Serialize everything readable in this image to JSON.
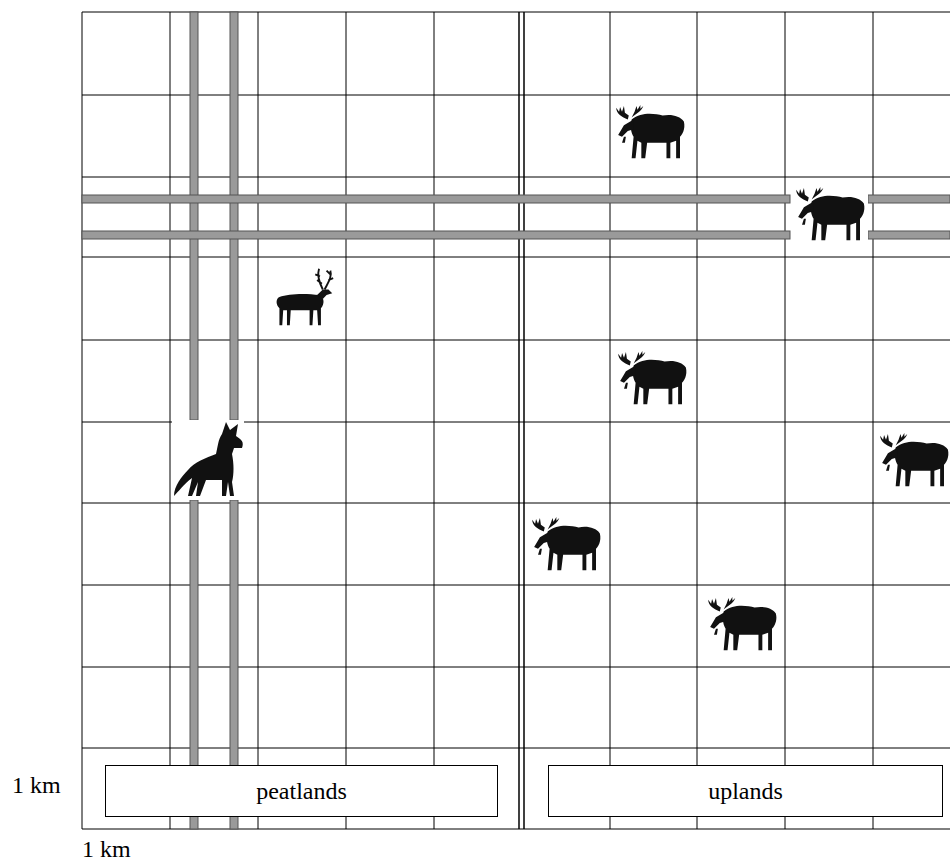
{
  "diagram": {
    "nodes": [
      {
        "text": [
          "peatlands"
        ]
      },
      {
        "text": [
          "uplands"
        ]
      }
    ],
    "labels": [
      "1 km",
      "1 km"
    ]
  }
}
